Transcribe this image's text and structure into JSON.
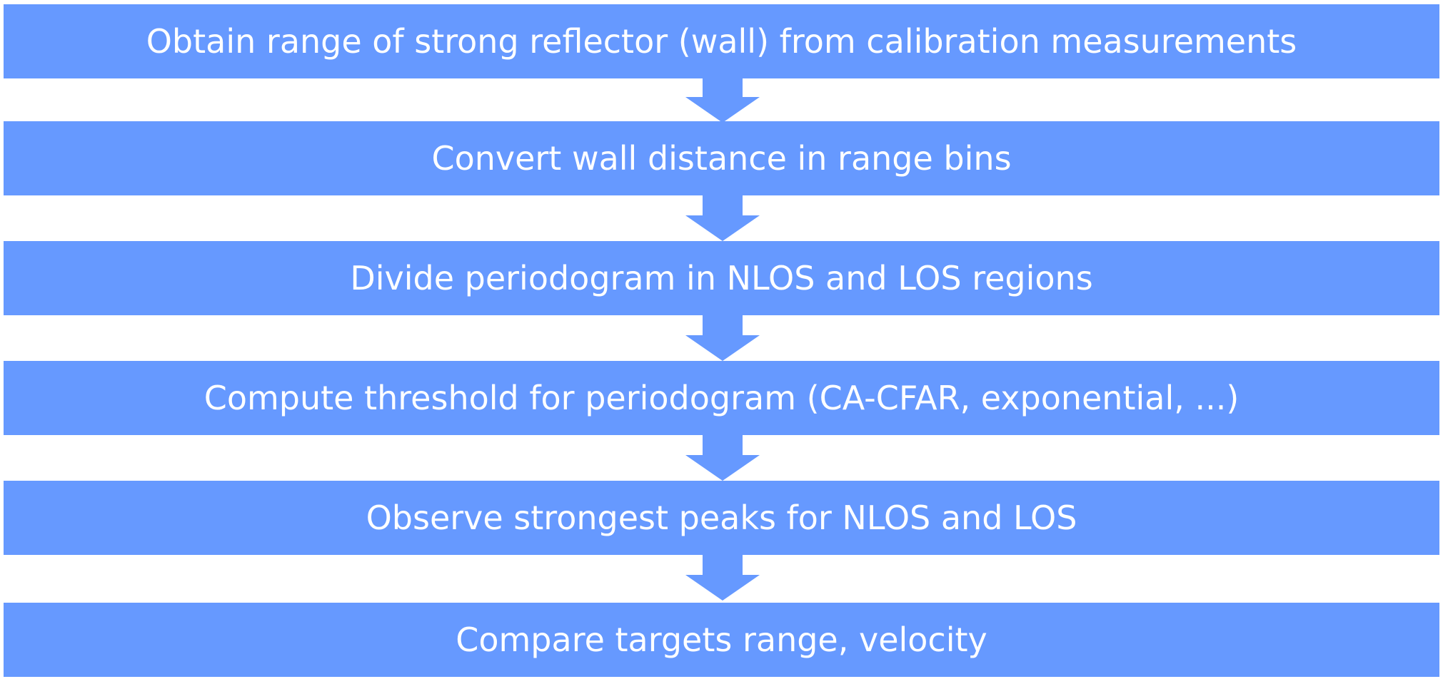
{
  "colors": {
    "box_fill": "#6699ff",
    "text": "#ffffff",
    "background": "#ffffff"
  },
  "steps": [
    {
      "label": "Obtain range of strong reflector (wall) from calibration measurements"
    },
    {
      "label": "Convert wall distance in range bins"
    },
    {
      "label": "Divide periodogram in NLOS and LOS regions"
    },
    {
      "label": "Compute threshold for periodogram (CA-CFAR, exponential, ...)"
    },
    {
      "label": "Observe strongest peaks for NLOS and LOS"
    },
    {
      "label": "Compare targets range, velocity"
    }
  ]
}
